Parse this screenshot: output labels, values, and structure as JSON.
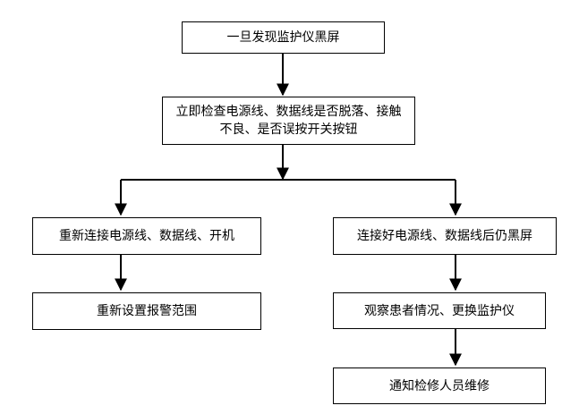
{
  "nodes": {
    "start": {
      "label": "一旦发现监护仪黑屏"
    },
    "check": {
      "label": "立即检查电源线、数据线是否脱落、接触不良、是否误按开关按钮"
    },
    "left_reconnect": {
      "label": "重新连接电源线、数据线、开机"
    },
    "left_reset": {
      "label": "重新设置报警范围"
    },
    "right_still_black": {
      "label": "连接好电源线、数据线后仍黑屏"
    },
    "right_observe": {
      "label": "观察患者情况、更换监护仪"
    },
    "right_notify": {
      "label": "通知检修人员维修"
    }
  },
  "colors": {
    "line": "#000000",
    "box_border": "#000000",
    "background": "#ffffff"
  }
}
